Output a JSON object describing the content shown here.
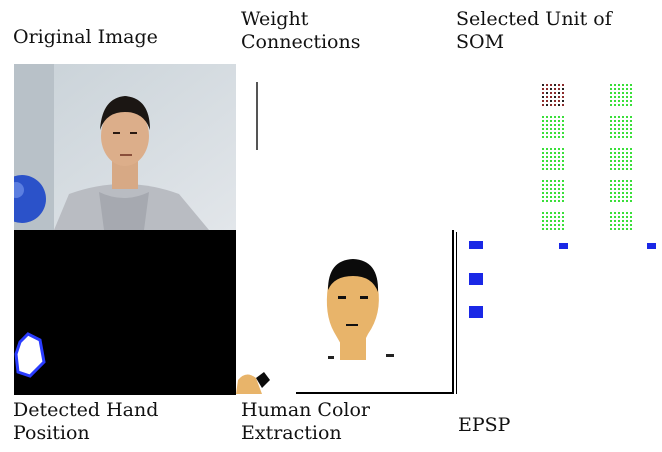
{
  "labels": {
    "original_image": "Original Image",
    "weight_connections": "Weight\nConnections",
    "selected_unit": "Selected Unit of\nSOM",
    "detected_hand": "Detected Hand\nPosition",
    "human_color": "Human Color\nExtraction",
    "epsp": "EPSP"
  },
  "colors": {
    "som_active": "#3adf3a",
    "som_selected": "#8a2b2b",
    "epsp_blue": "#1a28e6",
    "hand_outline": "#2a3cff",
    "skin": "#e8b46a"
  },
  "som": {
    "columns": 2,
    "rows": 5,
    "selected": {
      "column": 0,
      "row": 0
    }
  },
  "epsp": {
    "markers": [
      "left-1",
      "left-2",
      "left-3",
      "top-1",
      "top-2",
      "top-3"
    ]
  }
}
